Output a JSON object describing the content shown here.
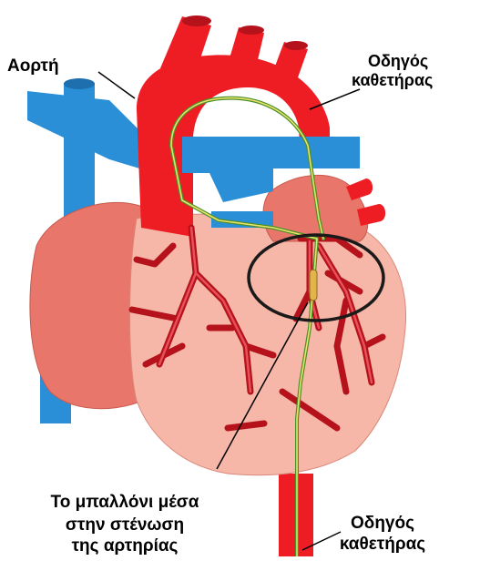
{
  "labels": {
    "aorta": "Αορτή",
    "guide_catheter_top_line1": "Οδηγός",
    "guide_catheter_top_line2": "καθετήρας",
    "balloon_line1": "Το μπαλλόνι μέσα",
    "balloon_line2": "στην στένωση",
    "balloon_line3": "της αρτηρίας",
    "guide_catheter_bottom_line1": "Οδηγός",
    "guide_catheter_bottom_line2": "καθετήρας"
  },
  "colors": {
    "artery_red": "#ee1c23",
    "vein_blue": "#2a8fd6",
    "heart_salmon": "#e8766a",
    "heart_pink": "#f6b7a8",
    "vessel_dark_red": "#b5121b",
    "catheter_green": "#4c8f2a",
    "catheter_yellow": "#e9e26a",
    "circle_black": "#1a1a1a"
  }
}
